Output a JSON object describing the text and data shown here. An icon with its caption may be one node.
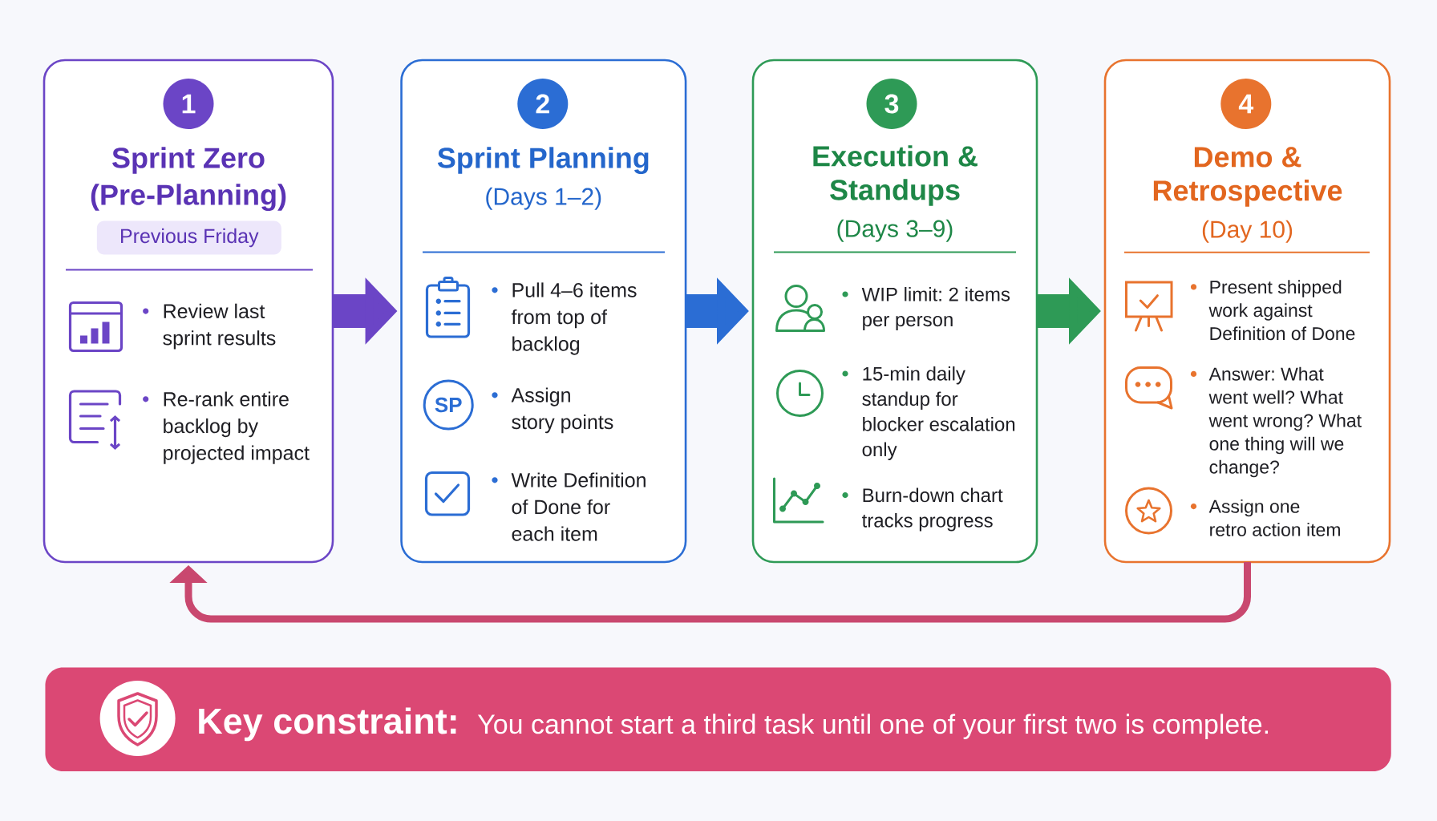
{
  "diagram": {
    "nodes": [
      {
        "text": [
          "Sprint Zero (Pre-Planning)",
          "Review last sprint results",
          "Re-rank entire backlog by projected impact"
        ]
      },
      {
        "text": [
          "1"
        ],
        "in": 0
      },
      {
        "text": [
          "Previous Friday"
        ],
        "in": 0
      },
      {
        "text": [
          "Sprint Planning",
          "(Days 1–2)",
          "Pull 4–6 items from top of backlog",
          "Assign story points",
          "Write Definition of Done for each item"
        ]
      },
      {
        "text": [
          "2"
        ],
        "in": 3
      },
      {
        "text": [
          "SP"
        ],
        "in": 3
      },
      {
        "text": [
          "Execution & Standups",
          "(Days 3–9)",
          "WIP limit: 2 items per person",
          "15-min daily standup for blocker escalation only",
          "Burn-down chart tracks progress"
        ]
      },
      {
        "text": [
          "3"
        ],
        "in": 6
      },
      {
        "text": [
          "Demo & Retrospective",
          "(Day 10)",
          "Present shipped work against Definition of Done",
          "Answer: What went well? What went wrong? What one thing will we change?",
          "Assign one retro action item"
        ]
      },
      {
        "text": [
          "4"
        ],
        "in": 8
      },
      {
        "text": [
          "Key constraint:",
          "You cannot start a third task until one of your first two is complete."
        ]
      }
    ],
    "edges": [
      {
        "from": 0,
        "to": 3,
        "arrow": "to",
        "color": "#6b45c6"
      },
      {
        "from": 3,
        "to": 6,
        "arrow": "to",
        "color": "#2b6dd4"
      },
      {
        "from": 6,
        "to": 8,
        "arrow": "to",
        "color": "#2e9a56"
      },
      {
        "from": 8,
        "to": 0,
        "arrow": "to",
        "color": "#c9486f"
      }
    ]
  }
}
